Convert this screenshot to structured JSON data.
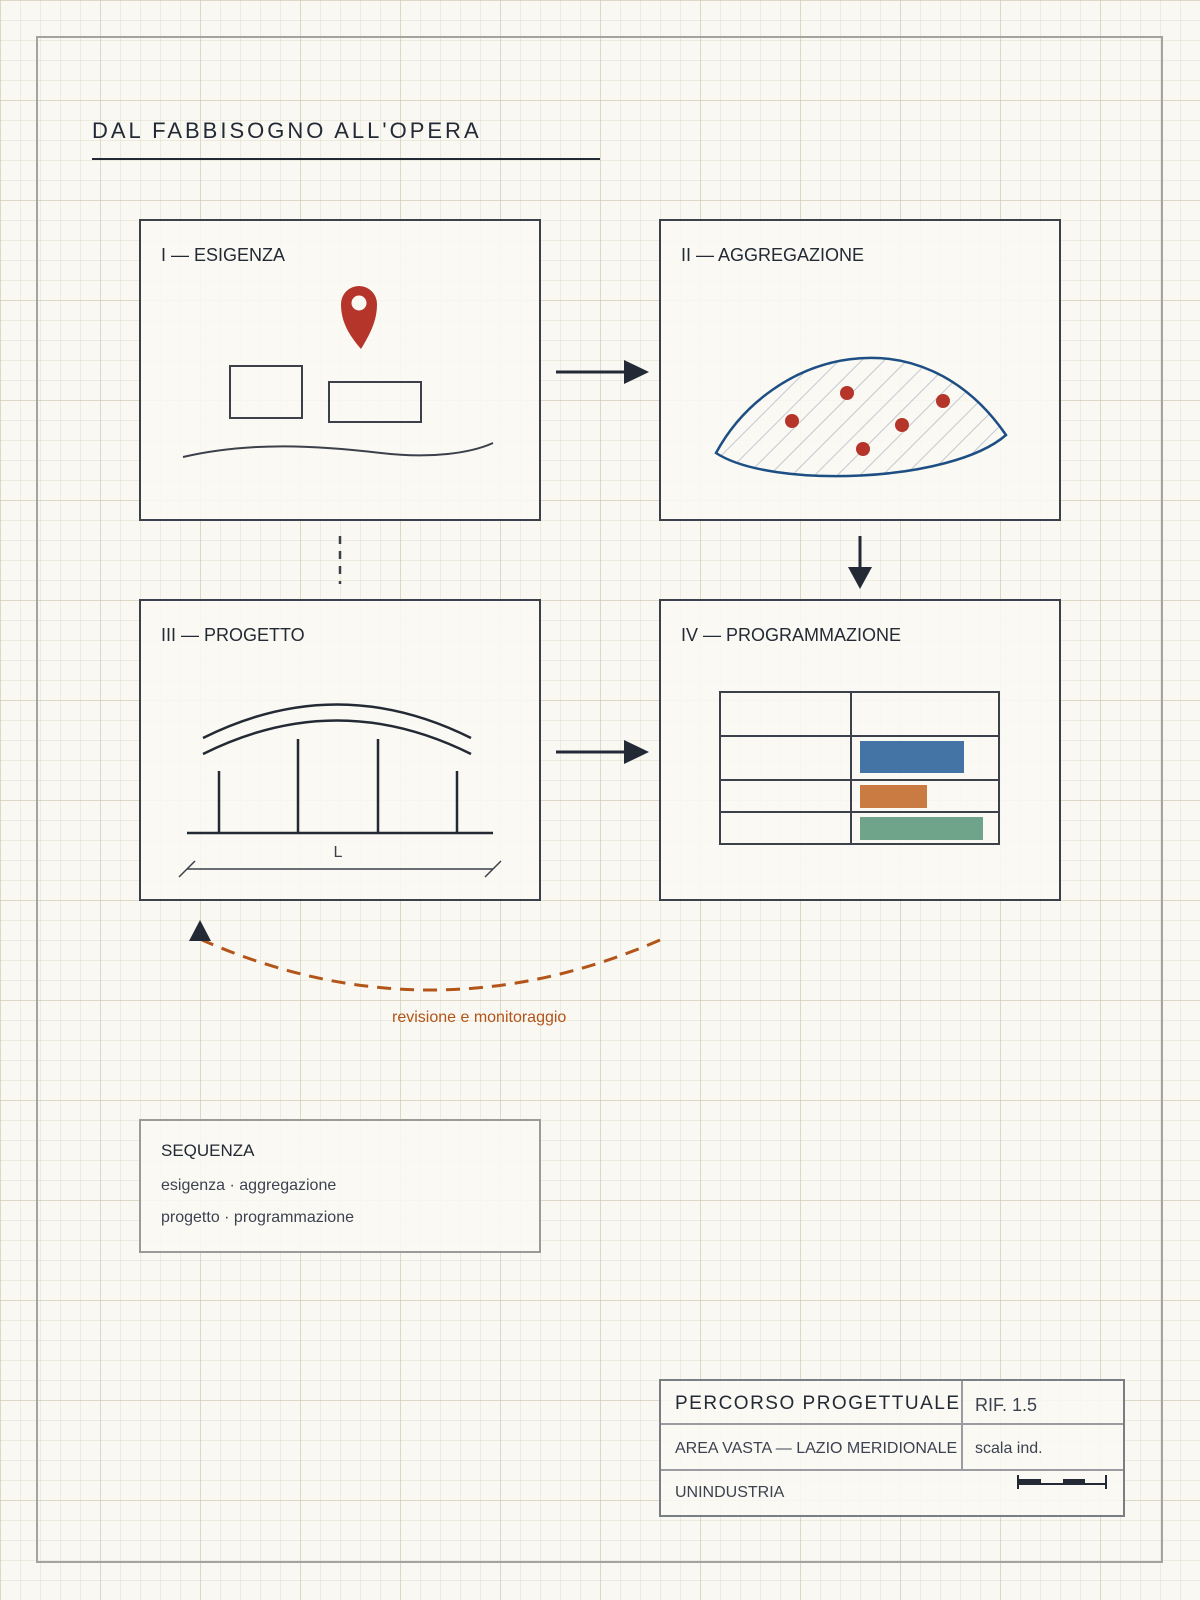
{
  "title": "DAL FABBISOGNO ALL'OPERA",
  "panels": [
    {
      "label": "I — ESIGENZA",
      "icons": [
        "map-pin-icon",
        "building-icon",
        "building-icon",
        "terrain-line-icon"
      ]
    },
    {
      "label": "II — AGGREGAZIONE",
      "icons": [
        "hatched-area-icon",
        "point-icon"
      ]
    },
    {
      "label": "III — PROGETTO",
      "icons": [
        "bridge-icon"
      ],
      "dimension_label": "L"
    },
    {
      "label": "IV — PROGRAMMAZIONE",
      "icons": [
        "schedule-table-icon"
      ]
    }
  ],
  "feedback": {
    "label": "revisione e monitoraggio"
  },
  "legend": {
    "title": "SEQUENZA",
    "lines": [
      "esigenza · aggregazione",
      "progetto · programmazione"
    ]
  },
  "title_block": {
    "project": "PERCORSO PROGETTUALE",
    "ref": "RIF. 1.5",
    "area": "AREA VASTA — LAZIO MERIDIONALE",
    "scale": "scala ind.",
    "organization": "UNINDUSTRIA"
  },
  "colors": {
    "ink": "#232a35",
    "accent_red": "#b5352b",
    "area_blue": "#1d4f85",
    "bar_blue": "#4474a6",
    "bar_orange": "#c97b42",
    "bar_green": "#6fa38a",
    "feedback_orange": "#b35418"
  }
}
